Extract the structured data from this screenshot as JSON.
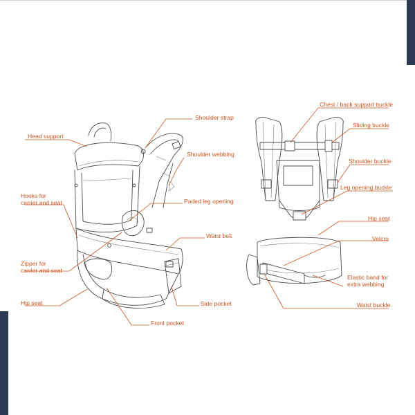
{
  "left_labels": {
    "shoulder_strap": "Shoulder strap",
    "head_support": "Head support",
    "shoulder_webbing": "Shoulder webbing",
    "hooks": [
      "Hooks for",
      "carrier and seat"
    ],
    "paded_leg_opening": "Paded leg opening",
    "waist_belt": "Waist belt",
    "zipper": [
      "Zipper for",
      "carrier and seat"
    ],
    "hip_seat": "Hip seat",
    "side_pocket": "Side pocket",
    "front_pocket": "Front pocket"
  },
  "right_labels": {
    "chest_back_buckle": "Chest / back support buckle",
    "sliding_buckle": "Sliding buckle",
    "shoulder_buckle": "Shoulder buckle",
    "leg_opening_buckle": "Leg opening buckle",
    "hip_seat": "Hip seat",
    "velcro": "Velcro",
    "elastic_band": [
      "Elastic band for",
      "extra webbing"
    ],
    "waist_buckle": "Waist buckle"
  },
  "colors": {
    "accent": "#d0521c",
    "edge_bar": "#2f3a55",
    "line_art": "#4a4a4a"
  }
}
